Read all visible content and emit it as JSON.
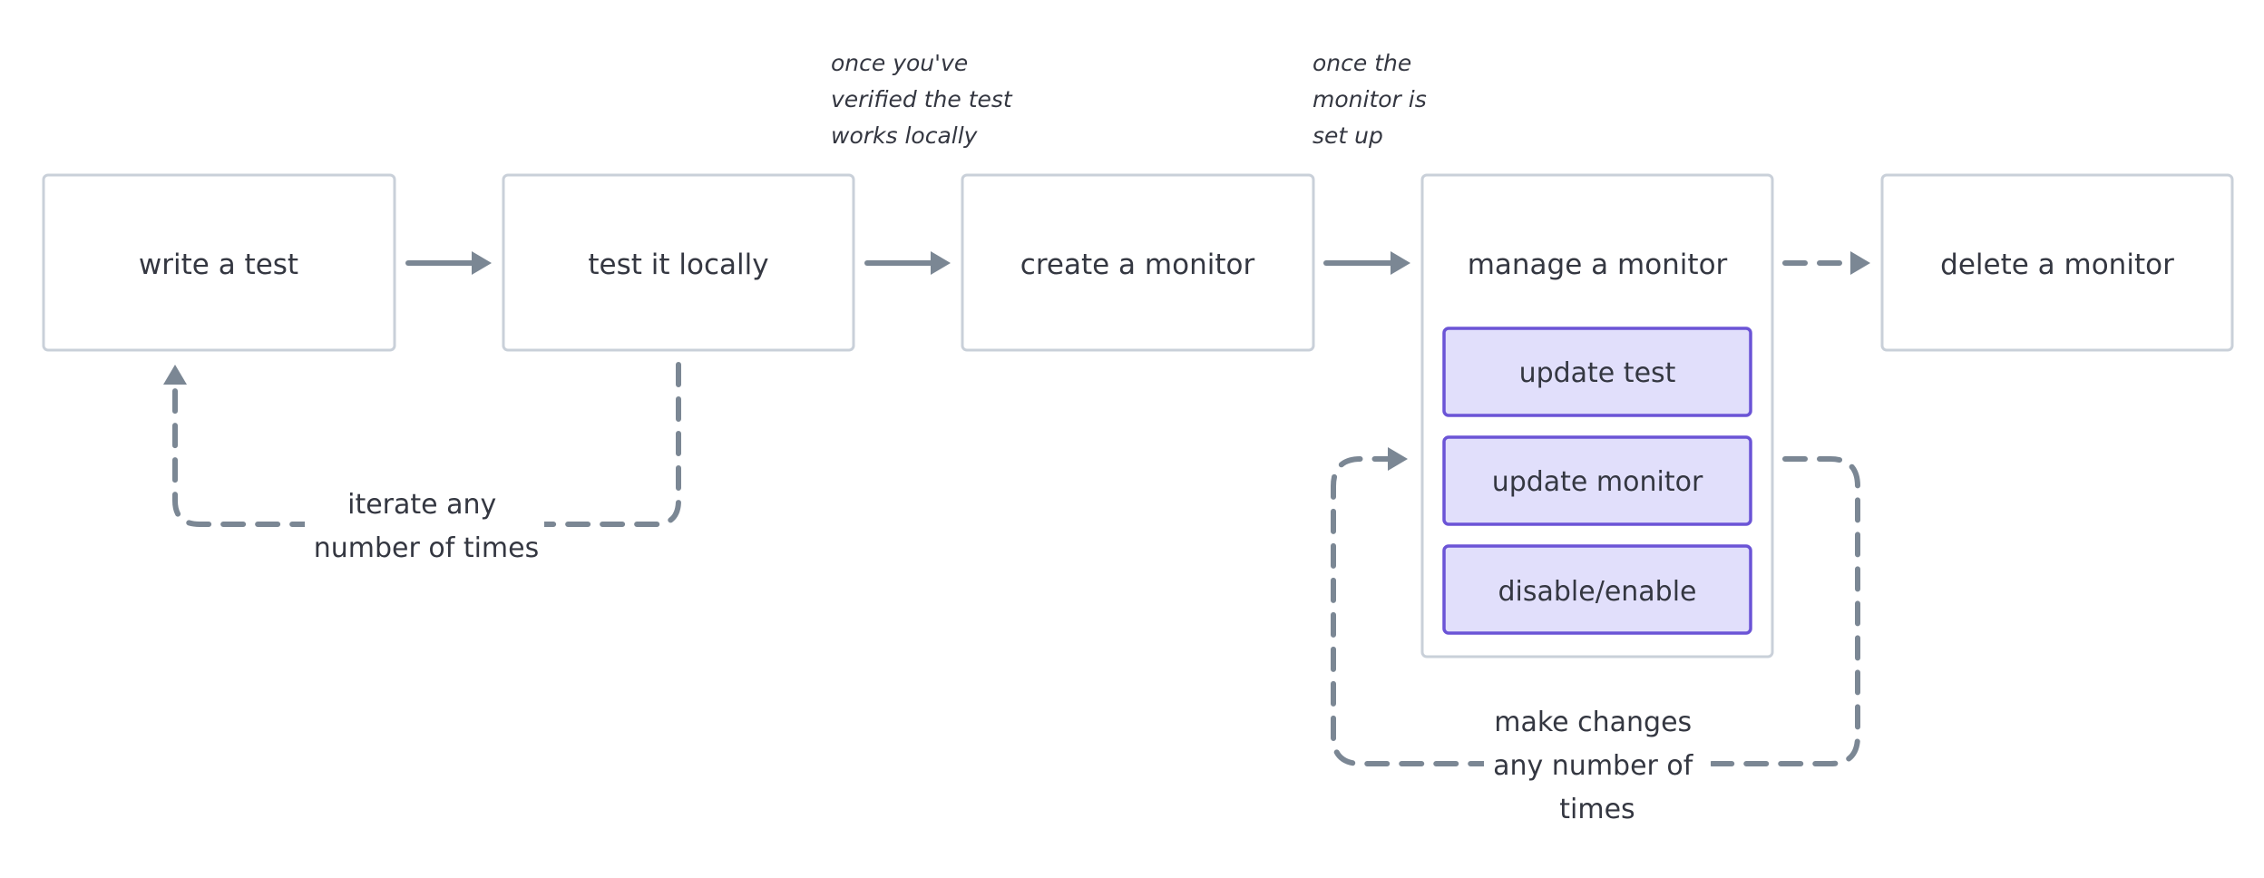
{
  "steps": {
    "write_test": "write a test",
    "test_locally": "test it locally",
    "create_monitor": "create a monitor",
    "manage_monitor": "manage a monitor",
    "delete_monitor": "delete a monitor"
  },
  "manage_actions": {
    "update_test": "update test",
    "update_monitor": "update monitor",
    "disable_enable": "disable/enable"
  },
  "notes": {
    "verified": [
      "once you've",
      "verified the test",
      "works locally"
    ],
    "setup": [
      "once the",
      "monitor is",
      "set up"
    ]
  },
  "loops": {
    "iterate": [
      "iterate any",
      "number of times"
    ],
    "changes": [
      "make changes",
      "any number of",
      "times"
    ]
  },
  "colors": {
    "box_border": "#c9d0d9",
    "arrow": "#7b8794",
    "action_fill": "#e1dffb",
    "action_border": "#6b54d6",
    "text": "#343741"
  }
}
